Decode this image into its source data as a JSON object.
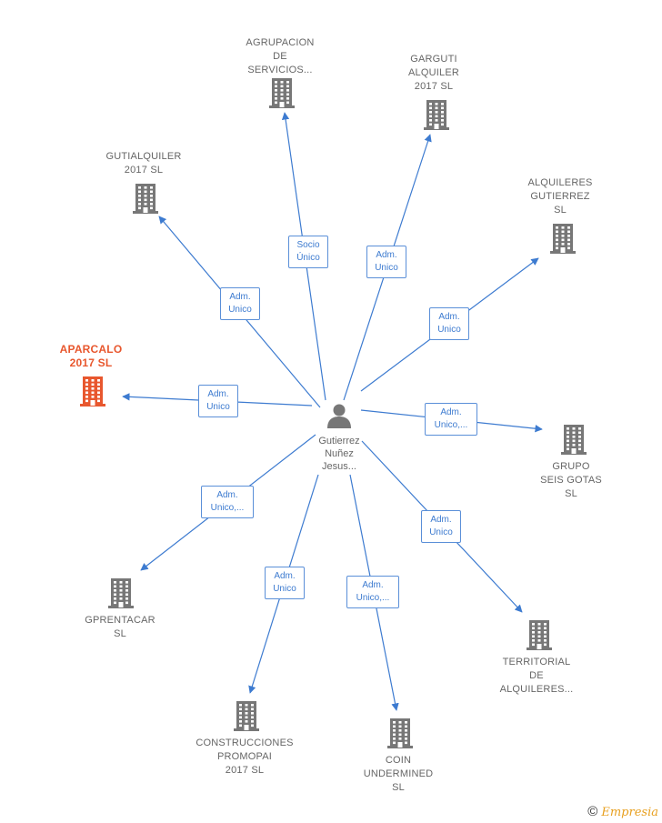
{
  "colors": {
    "edge": "#3d7bd0",
    "building": "#777777",
    "building_highlight": "#e8572e",
    "person": "#777777"
  },
  "center": {
    "icon": "person-icon",
    "label": "Gutierrez\nNuñez\nJesus..."
  },
  "nodes": [
    {
      "id": "agrupacion",
      "icon": "building-icon",
      "label": "AGRUPACION\nDE\nSERVICIOS...",
      "highlight": false
    },
    {
      "id": "garguti",
      "icon": "building-icon",
      "label": "GARGUTI\nALQUILER\n2017  SL",
      "highlight": false
    },
    {
      "id": "gutialquiler",
      "icon": "building-icon",
      "label": "GUTIALQUILER\n2017  SL",
      "highlight": false
    },
    {
      "id": "alquileres-gutierrez",
      "icon": "building-icon",
      "label": "ALQUILERES\nGUTIERREZ\nSL",
      "highlight": false
    },
    {
      "id": "aparcalo",
      "icon": "building-icon",
      "label": "APARCALO\n2017  SL",
      "highlight": true
    },
    {
      "id": "grupo-seis-gotas",
      "icon": "building-icon",
      "label": "GRUPO\nSEIS GOTAS\nSL",
      "highlight": false
    },
    {
      "id": "gprentacar",
      "icon": "building-icon",
      "label": "GPRENTACAR\nSL",
      "highlight": false
    },
    {
      "id": "territorial",
      "icon": "building-icon",
      "label": "TERRITORIAL\nDE\nALQUILERES...",
      "highlight": false
    },
    {
      "id": "construcciones",
      "icon": "building-icon",
      "label": "CONSTRUCCIONES\nPROMOPAI\n2017  SL",
      "highlight": false
    },
    {
      "id": "coin",
      "icon": "building-icon",
      "label": "COIN\nUNDERMINED\nSL",
      "highlight": false
    }
  ],
  "edges": [
    {
      "to": "agrupacion",
      "label": "Socio\nÚnico"
    },
    {
      "to": "garguti",
      "label": "Adm.\nUnico"
    },
    {
      "to": "gutialquiler",
      "label": "Adm.\nUnico"
    },
    {
      "to": "alquileres-gutierrez",
      "label": "Adm.\nUnico"
    },
    {
      "to": "aparcalo",
      "label": "Adm.\nUnico"
    },
    {
      "to": "grupo-seis-gotas",
      "label": "Adm.\nUnico,..."
    },
    {
      "to": "gprentacar",
      "label": "Adm.\nUnico,..."
    },
    {
      "to": "territorial",
      "label": "Adm.\nUnico"
    },
    {
      "to": "construcciones",
      "label": "Adm.\nUnico"
    },
    {
      "to": "coin",
      "label": "Adm.\nUnico,..."
    }
  ],
  "footer": {
    "copyright_symbol": "©",
    "brand": "Empresia"
  }
}
